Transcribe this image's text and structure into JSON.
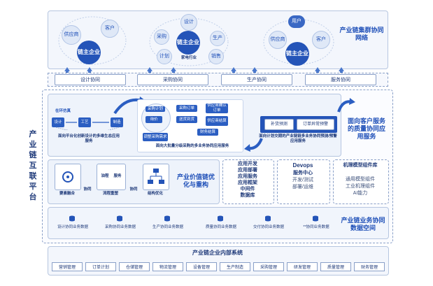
{
  "vertical_title": "产业链互联平台",
  "top": {
    "title": "产业链集群协同网络",
    "cluster1": {
      "supplier": "供应商",
      "customer": "客户",
      "core": "链主企业"
    },
    "cluster2": {
      "design": "设计",
      "procure": "采购",
      "produce": "生产",
      "stats": "计划",
      "sale": "销售",
      "core": "链主企业",
      "industry": "家电行业"
    },
    "cluster3": {
      "user": "用户",
      "supplier": "供应商",
      "customer": "客户",
      "core": "链主企业"
    },
    "bands": [
      "设计协同",
      "采购协同",
      "生产协同",
      "服务协同"
    ]
  },
  "middle": {
    "left_flow": {
      "title": "在环仿真",
      "nodes": [
        "设计",
        "工艺",
        "制造"
      ],
      "caption": "面向平台化创新设计的多维生态应用服务"
    },
    "center_flow": {
      "nodes": [
        "采购计划",
        "采购订单",
        "供应商确认订单",
        "送货到货",
        "供应商结算",
        "财务结算",
        "调整采购需求",
        "询价"
      ],
      "caption": "面向大批量分级采购的多业务协同应用服务"
    },
    "right_flow": {
      "chips": [
        "补货预测",
        "订单异常预警"
      ],
      "caption": "面向计划交期的产业链链多业务协同预测/预警应用服务"
    },
    "right_title": "面向客户服务的质量协同应用服务"
  },
  "value": {
    "title": "产业价值链优化与重构",
    "items": [
      "要素融合",
      "协同",
      "流程重塑",
      "协同",
      "结构优化"
    ],
    "sub": [
      "油程",
      "服务"
    ]
  },
  "middleware": {
    "col1": [
      "应用开发",
      "应用部署",
      "应用服务",
      "应用框架",
      "中间件",
      "数据库"
    ],
    "col2_title": "Devops",
    "col2": [
      "服务中心",
      "开发/测试",
      "部署/运维"
    ],
    "col3_title": "机理模型组件库",
    "col3": [
      "通用模型组件",
      "工业机理组件",
      "AI能力"
    ]
  },
  "data_space": {
    "title": "产业链业务协同数据空间",
    "items": [
      "设计协同业务数据",
      "采购协同业务数据",
      "生产协同业务数据",
      "质量协同业务数据",
      "交付协同业务数据",
      "**协同业务数据"
    ]
  },
  "internal": {
    "title": "产业链企业内部系统",
    "items": [
      "营销管理",
      "订单计划",
      "仓储管理",
      "物流管理",
      "设备管理",
      "生产制造",
      "采购管理",
      "研发管理",
      "质量管理",
      "财务管理"
    ]
  }
}
